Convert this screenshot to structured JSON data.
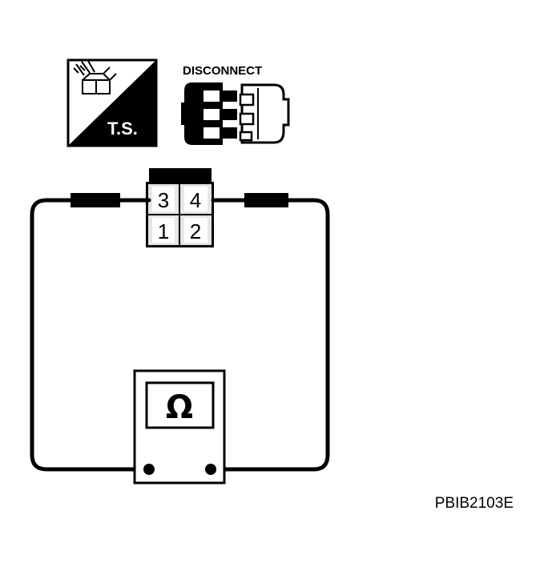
{
  "ts_icon": {
    "label": "T.S."
  },
  "disconnect_icon": {
    "label": "DISCONNECT"
  },
  "connector": {
    "pins": [
      "3",
      "4",
      "1",
      "2"
    ]
  },
  "ohmmeter": {
    "symbol": "Ω"
  },
  "figure_code": "PBIB2103E",
  "colors": {
    "ink": "#000000",
    "paper": "#ffffff",
    "shade": "#e6e6e6"
  }
}
